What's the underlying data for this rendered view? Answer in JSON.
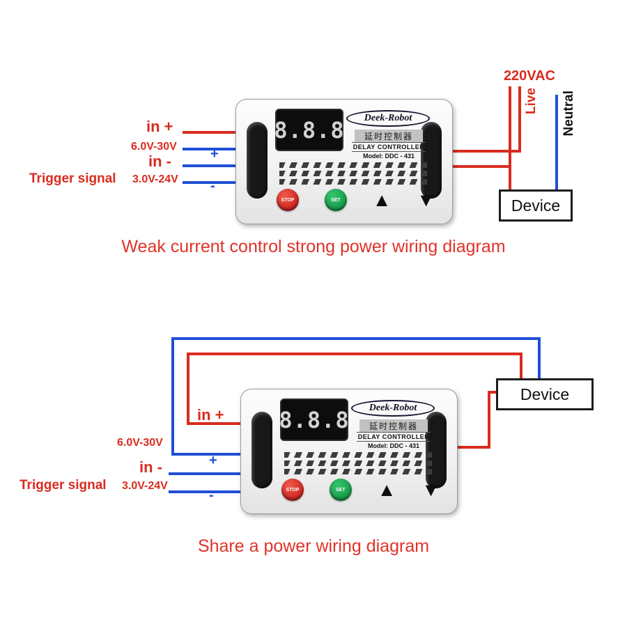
{
  "colors": {
    "wire_red": "#d92b1f",
    "wire_blue": "#1f4fd8",
    "caption_red": "#e03228",
    "body_black": "#181818"
  },
  "controller": {
    "brand": "Deek-Robot",
    "name_cn": "延时控制器",
    "type_label": "DELAY CONTROLLER",
    "model_label": "Model: DDC - 431",
    "display_value": "8.8.8",
    "buttons": {
      "stop": "STOP",
      "set": "SET",
      "up": "▲",
      "down": "▼"
    }
  },
  "diagram_top": {
    "caption": "Weak current control strong power wiring diagram",
    "labels": {
      "in_plus": "in +",
      "supply_range": "6.0V-30V",
      "in_minus": "in -",
      "trigger": "Trigger signal",
      "trigger_range": "3.0V-24V",
      "plus": "+",
      "minus": "-",
      "mains": "220VAC",
      "live": "Live",
      "neutral": "Neutral",
      "device": "Device"
    }
  },
  "diagram_bottom": {
    "caption": "Share a power wiring diagram",
    "labels": {
      "in_plus": "in +",
      "supply_range": "6.0V-30V",
      "in_minus": "in -",
      "trigger": "Trigger signal",
      "trigger_range": "3.0V-24V",
      "plus": "+",
      "minus": "-",
      "device": "Device"
    }
  }
}
